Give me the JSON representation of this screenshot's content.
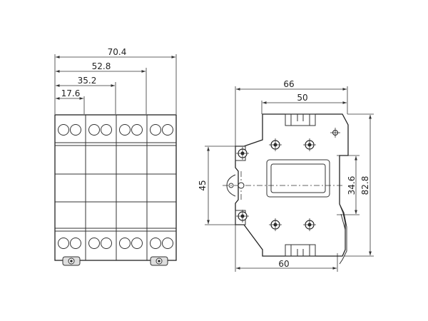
{
  "front_view": {
    "dimensions": {
      "width_total": "70.4",
      "width_3": "52.8",
      "width_2": "35.2",
      "width_1": "17.6"
    }
  },
  "side_view": {
    "dimensions": {
      "top_outer": "66",
      "top_inner": "50",
      "bottom_width": "60",
      "left_height": "45",
      "inner_height": "34.6",
      "total_height": "82.8"
    }
  }
}
